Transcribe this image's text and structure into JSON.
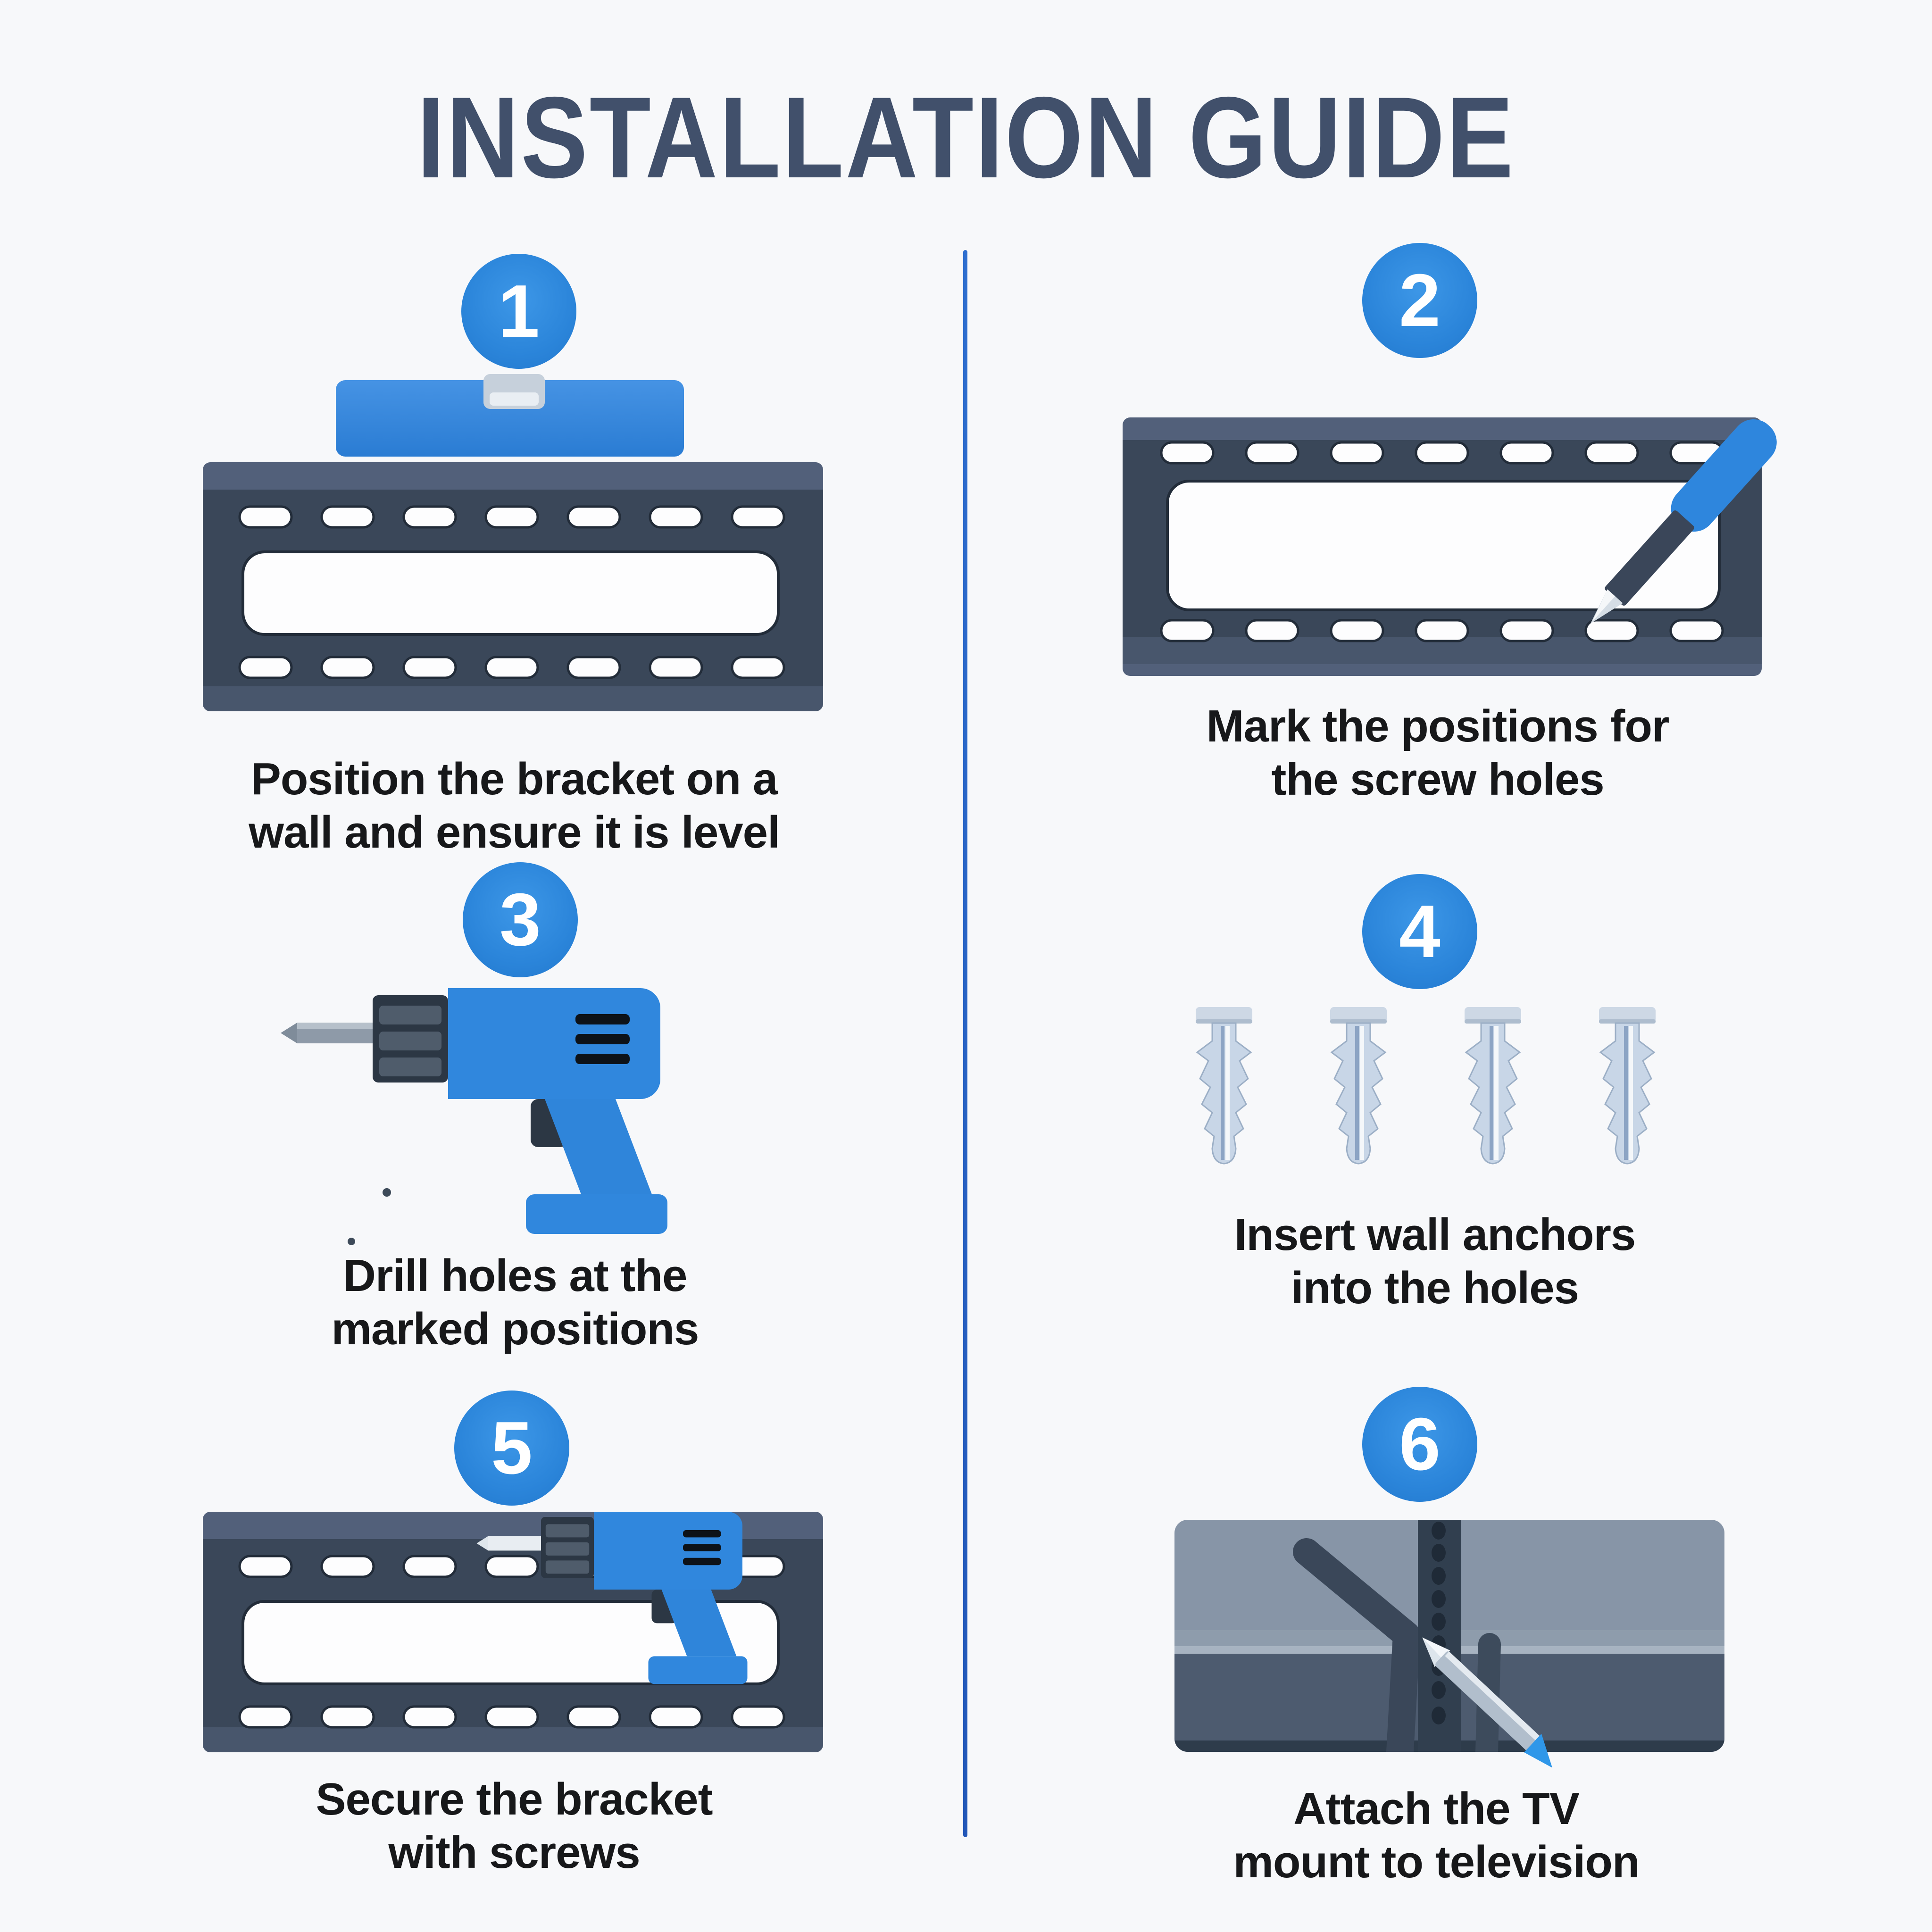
{
  "page": {
    "title": "INSTALLATION GUIDE",
    "colors": {
      "background": "#f7f8fa",
      "title": "#41506b",
      "caption_text": "#17181a",
      "badge_blue": "#2b87dd",
      "divider_blue": "#2a63c8",
      "tool_blue": "#2f85dc",
      "bracket_slate": "#3a4759",
      "anchor_gray": "#c8d6e7",
      "tv_gray_top": "#8795a7",
      "tv_gray_bottom": "#4d5b6f"
    }
  },
  "steps": [
    {
      "number": "1",
      "caption_lines": [
        "Position the bracket on a",
        "wall and ensure it is level"
      ],
      "illustration": "bracket-with-level"
    },
    {
      "number": "2",
      "caption_lines": [
        "Mark the positions for",
        "the screw holes"
      ],
      "illustration": "bracket-with-marker"
    },
    {
      "number": "3",
      "caption_lines": [
        "Drill holes at the",
        "marked positions"
      ],
      "illustration": "power-drill"
    },
    {
      "number": "4",
      "caption_lines": [
        "Insert wall anchors",
        "into the holes"
      ],
      "illustration": "wall-anchors"
    },
    {
      "number": "5",
      "caption_lines": [
        "Secure the bracket",
        "with screws"
      ],
      "illustration": "bracket-with-drill"
    },
    {
      "number": "6",
      "caption_lines": [
        "Attach the TV",
        "mount to television"
      ],
      "illustration": "tv-mount-attachment"
    }
  ]
}
